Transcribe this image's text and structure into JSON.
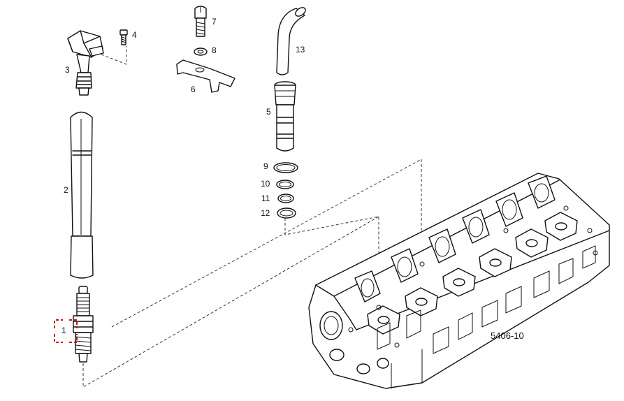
{
  "callouts": {
    "c1": "1",
    "c2": "2",
    "c3": "3",
    "c4": "4",
    "c5": "5",
    "c6": "6",
    "c7": "7",
    "c8": "8",
    "c9": "9",
    "c10": "10",
    "c11": "11",
    "c12": "12",
    "c13": "13"
  },
  "figure_code": "5406-10",
  "colors": {
    "line": "#111111",
    "highlight": "#cc1111",
    "background": "#ffffff"
  }
}
